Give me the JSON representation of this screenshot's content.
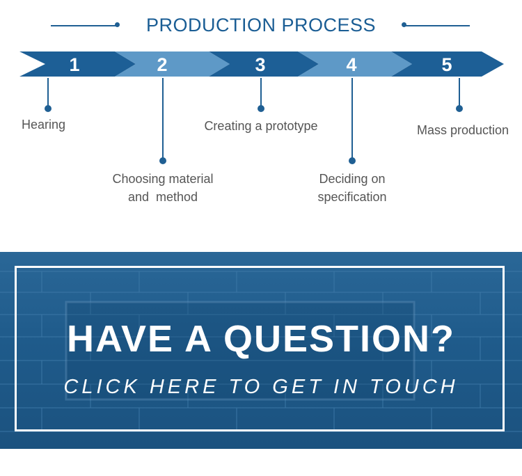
{
  "header": {
    "title": "PRODUCTION PROCESS"
  },
  "steps": [
    {
      "number": "1",
      "label": "Hearing"
    },
    {
      "number": "2",
      "label_line1": "Choosing material",
      "label_line2": "and  method"
    },
    {
      "number": "3",
      "label": "Creating a prototype"
    },
    {
      "number": "4",
      "label_line1": "Deciding on",
      "label_line2": "specification"
    },
    {
      "number": "5",
      "label": "Mass production"
    }
  ],
  "banner": {
    "headline": "HAVE A QUESTION?",
    "cta": "CLICK HERE TO GET IN TOUCH"
  },
  "colors": {
    "dark_blue": "#1a5d94",
    "light_blue": "#5e99c7",
    "label_gray": "#555555",
    "banner_bg": "#1f5b8b"
  }
}
